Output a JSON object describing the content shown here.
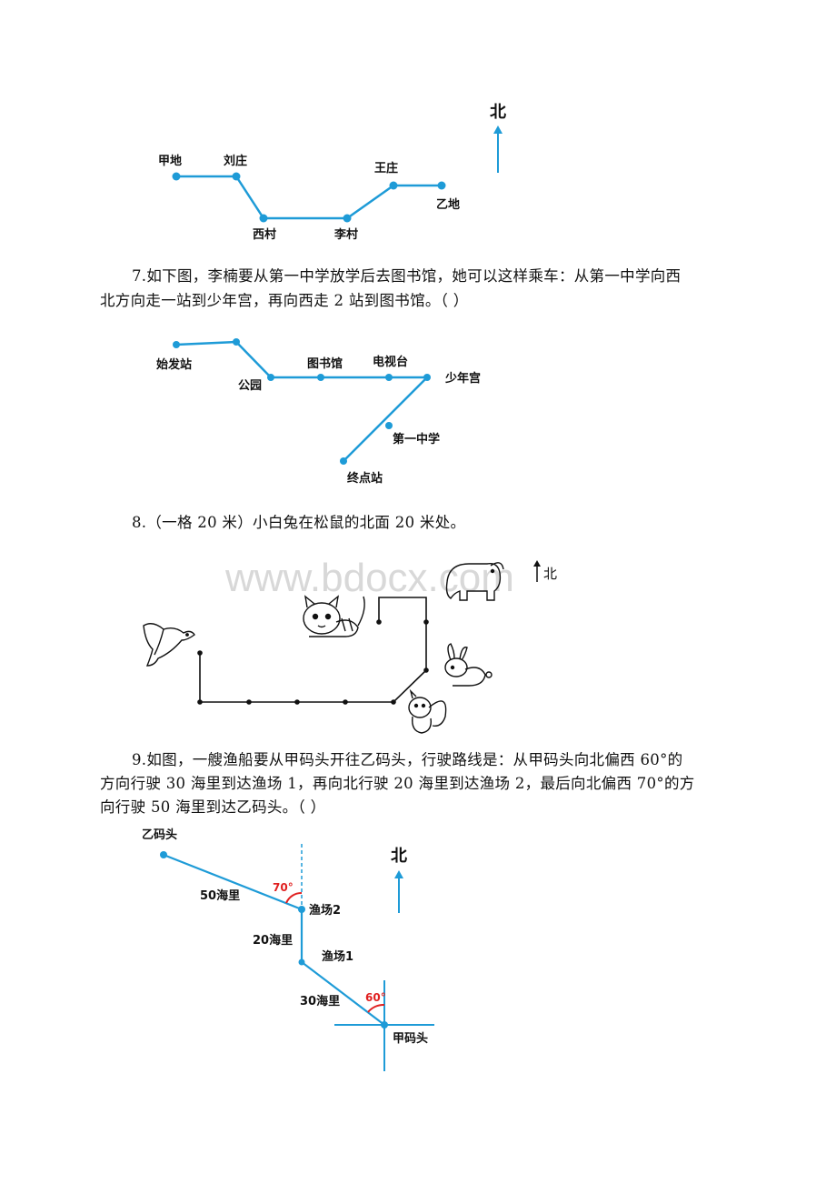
{
  "map1": {
    "north": "北",
    "places": [
      "甲地",
      "刘庄",
      "西村",
      "李村",
      "王庄",
      "乙地"
    ]
  },
  "q7": {
    "text_line1": "7.如下图，李楠要从第一中学放学后去图书馆，她可以这样乘车：从第一中学向西",
    "text_line2": "北方向走一站到少年宫，再向西走 2 站到图书馆。（     ）",
    "stations": [
      "始发站",
      "公园",
      "图书馆",
      "电视台",
      "少年宫",
      "第一中学",
      "终点站"
    ]
  },
  "q8": {
    "text": "8.（一格 20 米）小白兔在松鼠的北面 20 米处。",
    "north": "北",
    "watermark": "www.bdocx.com"
  },
  "q9": {
    "text_line1": "9.如图，一艘渔船要从甲码头开往乙码头，行驶路线是：从甲码头向北偏西 60°的",
    "text_line2": "方向行驶 30 海里到达渔场 1，再向北行驶 20 海里到达渔场 2，最后向北偏西 70°的方",
    "text_line3": "向行驶 50 海里到达乙码头。（     ）",
    "north": "北",
    "labels": {
      "yi": "乙码头",
      "d50": "50海里",
      "a70": "70°",
      "f2": "渔场2",
      "d20": "20海里",
      "f1": "渔场1",
      "d30": "30海里",
      "a60": "60°",
      "jia": "甲码头"
    }
  },
  "colors": {
    "line": "#1e9bd7",
    "angle": "#e02020",
    "text": "#111111"
  }
}
